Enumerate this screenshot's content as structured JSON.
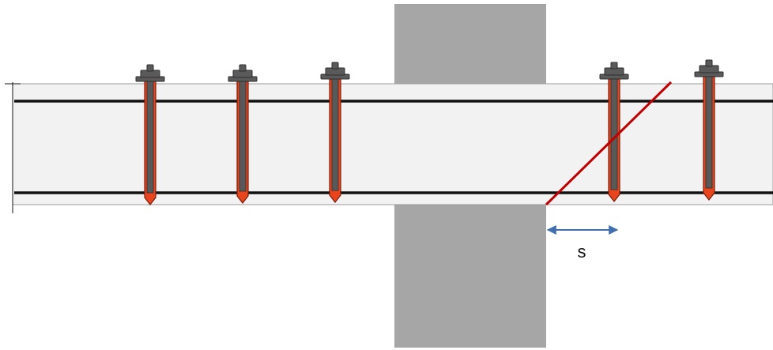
{
  "diagram": {
    "spacing_label": "s",
    "colors": {
      "background": "#ffffff",
      "column": "#a6a6a6",
      "slab_fill": "#f2f2f2",
      "slab_edge": "#9a9a9a",
      "rebar": "#111111",
      "anchor_sleeve": "#e8451e",
      "anchor_sleeve_outline": "#7a1e0a",
      "anchor_rod": "#595959",
      "anchor_head": "#5a5a5a",
      "anchor_head_outline": "#2e2e2e",
      "crack_line": "#c00000",
      "dimension_arrow": "#3f6fae"
    },
    "anchors": [
      {
        "name": "anchor-1"
      },
      {
        "name": "anchor-2"
      },
      {
        "name": "anchor-3"
      },
      {
        "name": "anchor-4"
      },
      {
        "name": "anchor-5"
      }
    ]
  }
}
